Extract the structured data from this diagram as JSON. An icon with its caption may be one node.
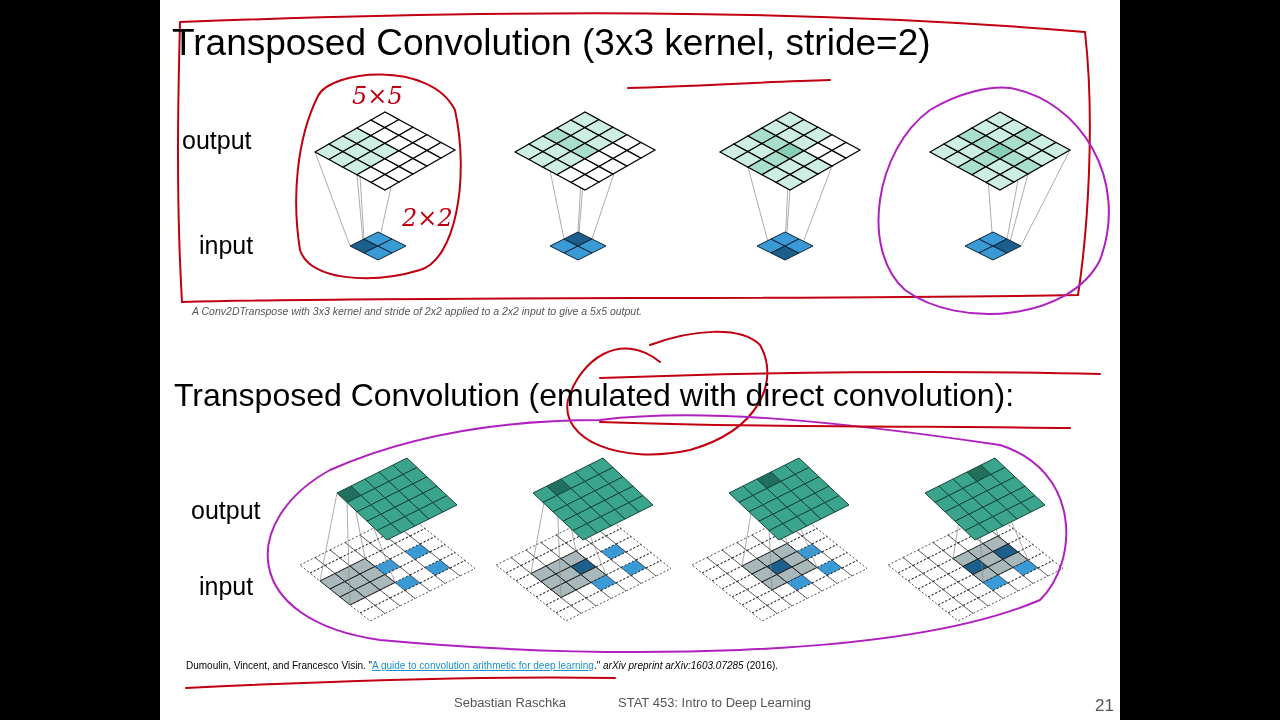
{
  "diagram": {
    "labels": [
      "Transposed Convolution (3x3 kernel, stride=2)",
      "output",
      "input",
      "5×5",
      "2×2",
      "A Conv2DTranspose with 3x3 kernel and stride of 2x2 applied to a 2x2 input to give a 5x5 output.",
      "Transposed Convolution (emulated with direct convolution):",
      "output",
      "input",
      "Dumoulin, Vincent, and Francesco Visin. \"",
      "A guide to convolution arithmetic for deep learning",
      ".\" *arXiv preprint arXiv:1603.07285* (2016).",
      "Sebastian Raschka",
      "STAT 453: Intro to Deep Learning",
      "21"
    ]
  }
}
